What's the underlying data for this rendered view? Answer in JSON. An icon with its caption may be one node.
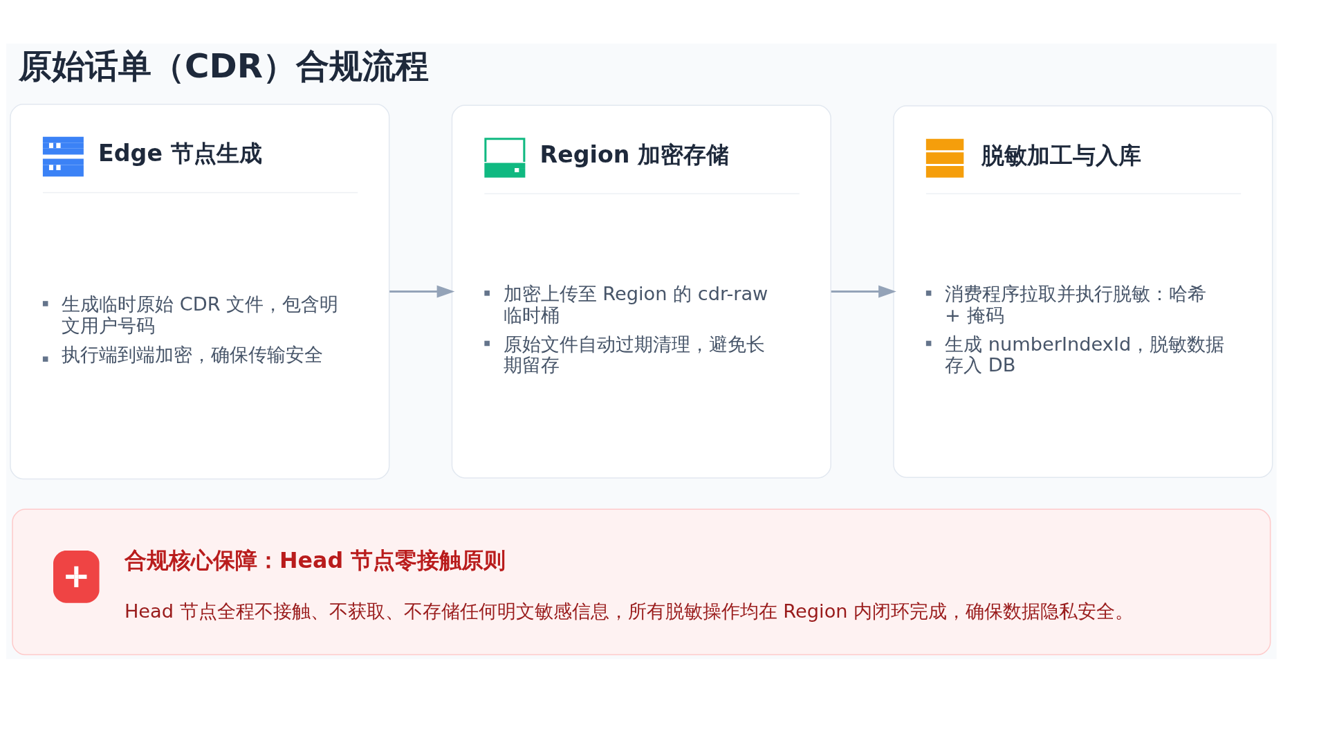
{
  "diagram": {
    "title": "原始话单（CDR）合规流程",
    "nodes": [
      {
        "text": [
          "Edge 节点生成",
          "生成临时原始 CDR 文件，包含明文用户号码",
          "执行端到端加密，确保传输安全"
        ]
      },
      {
        "text": [
          "Region 加密存储",
          "加密上传至 Region 的 cdr-raw 临时桶",
          "原始文件自动过期清理，避免长期留存"
        ]
      },
      {
        "text": [
          "脱敏加工与入库",
          "消费程序拉取并执行脱敏：哈希 + 掩码",
          "生成 numberIndexId，脱敏数据存入 DB"
        ]
      },
      {
        "text": [
          "合规核心保障：Head 节点零接触原则",
          "Head 节点全程不接触、不获取、不存储任何明文敏感信息，所有脱敏操作均在 Region 内闭环完成，确保数据隐私安全。"
        ]
      }
    ],
    "edges": [
      {
        "from": 0,
        "to": 1,
        "arrow": "to"
      },
      {
        "from": 1,
        "to": 2,
        "arrow": "to"
      }
    ]
  }
}
